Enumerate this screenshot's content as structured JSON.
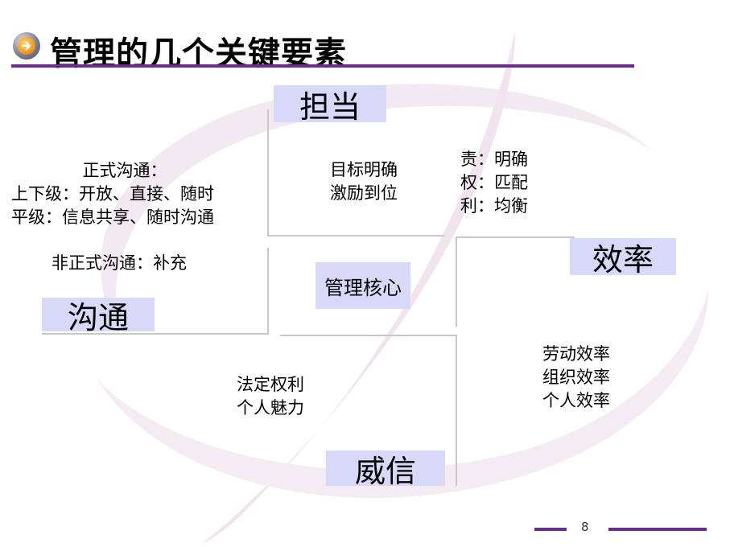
{
  "title": "管理的几个关键要素",
  "icons": {
    "title_bullet": "arrow-right-icon"
  },
  "colors": {
    "accent": "#6a2c8c",
    "label_bg": "#d8d8f8"
  },
  "quadrants": {
    "dandang": {
      "label": "担当",
      "text": [
        "目标明确",
        "激励到位"
      ]
    },
    "xiaolv": {
      "label": "效率",
      "top_text": [
        "责：明确",
        "权：匹配",
        "利：均衡"
      ],
      "text": [
        "劳动效率",
        "组织效率",
        "个人效率"
      ]
    },
    "goutong": {
      "label": "沟通",
      "formal": [
        "正式沟通：",
        "上下级：开放、直接、随时",
        "平级：信息共享、随时沟通"
      ],
      "informal": "非正式沟通：补充"
    },
    "weixin": {
      "label": "威信",
      "text": [
        "法定权利",
        "个人魅力"
      ]
    }
  },
  "core": "管理核心",
  "page_number": "8"
}
